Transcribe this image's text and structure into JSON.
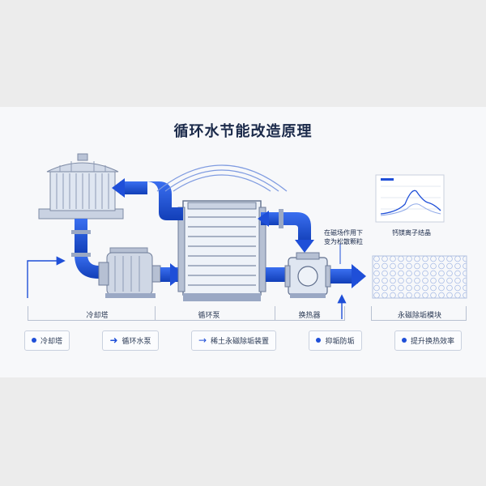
{
  "title": "循环水节能改造原理",
  "stages": [
    {
      "label": "冷却塔"
    },
    {
      "label": "循环泵"
    },
    {
      "label": "换热器"
    },
    {
      "label": "永磁除垢模块"
    }
  ],
  "notes": {
    "magnetic_field": "在磁场作用下\n变为松散颗粒",
    "crystal": "钙镁离子结晶"
  },
  "legend": [
    {
      "icon": "dot",
      "label": "冷却塔"
    },
    {
      "icon": "arrow",
      "label": "循环水泵"
    },
    {
      "icon": "arrow",
      "label": "稀土永磁除垢装置"
    },
    {
      "icon": "dot",
      "label": "抑垢防垢"
    },
    {
      "icon": "dot",
      "label": "提升换热效率"
    }
  ],
  "colors": {
    "pipe": "#1f4fd8",
    "accent": "#0f3ab0"
  }
}
